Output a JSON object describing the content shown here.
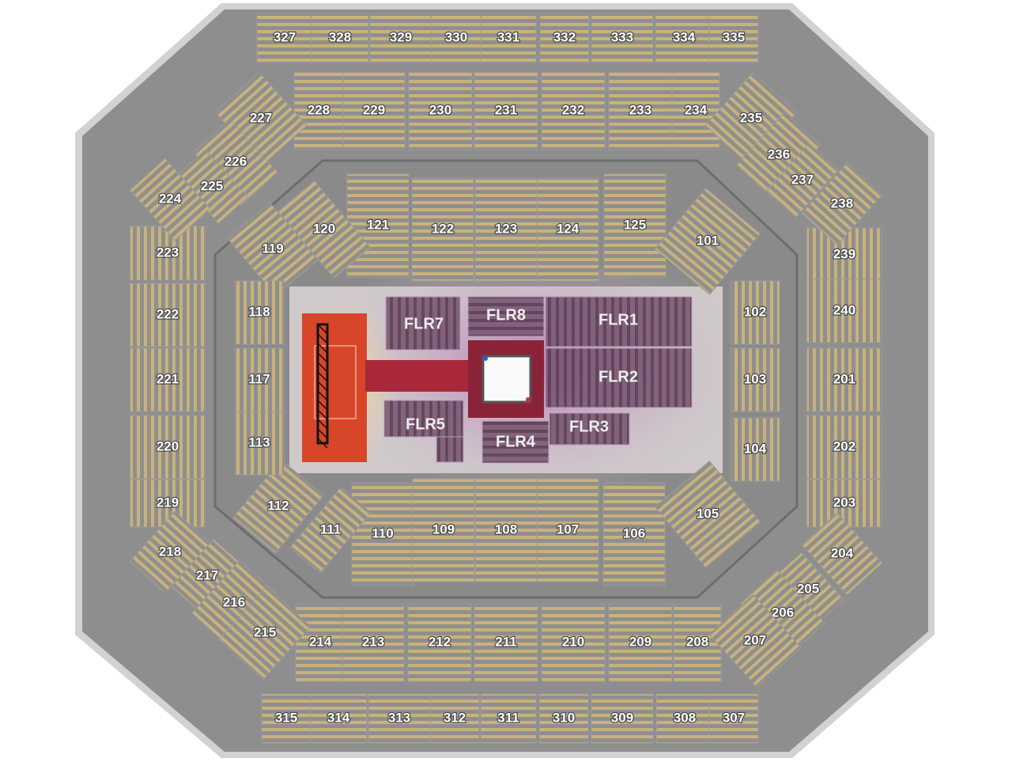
{
  "map": {
    "colors": {
      "outer": "#8e8e8e",
      "rim": "#d2d2d2",
      "concourse": "#7d7d7d",
      "seat": "#c9b27a",
      "floor": "#cfc9cb",
      "stage": "#d8462a",
      "ring_area": "#8a2338",
      "floor_section": "#6e4a66",
      "accent_glow": "#a04aa0"
    },
    "sections_300": [
      "327",
      "328",
      "329",
      "330",
      "331",
      "332",
      "333",
      "334",
      "335",
      "315",
      "314",
      "313",
      "312",
      "311",
      "310",
      "309",
      "308",
      "307"
    ],
    "sections_200": [
      "228",
      "229",
      "230",
      "231",
      "232",
      "233",
      "234",
      "214",
      "213",
      "212",
      "211",
      "210",
      "209",
      "208",
      "223",
      "222",
      "221",
      "220",
      "219",
      "239",
      "240",
      "201",
      "202",
      "203",
      "227",
      "226",
      "225",
      "224",
      "235",
      "236",
      "237",
      "238",
      "218",
      "217",
      "216",
      "215",
      "204",
      "205",
      "206",
      "207"
    ],
    "sections_100": [
      "121",
      "122",
      "123",
      "124",
      "125",
      "120",
      "119",
      "101",
      "110",
      "109",
      "108",
      "107",
      "106",
      "111",
      "112",
      "105",
      "118",
      "117",
      "113",
      "102",
      "103",
      "104"
    ],
    "floor_sections": [
      "FLR1",
      "FLR2",
      "FLR3",
      "FLR4",
      "FLR5",
      "FLR7",
      "FLR8"
    ],
    "stage_icon": "stage-truss-icon",
    "ring_icon": "wrestling-ring-icon"
  }
}
